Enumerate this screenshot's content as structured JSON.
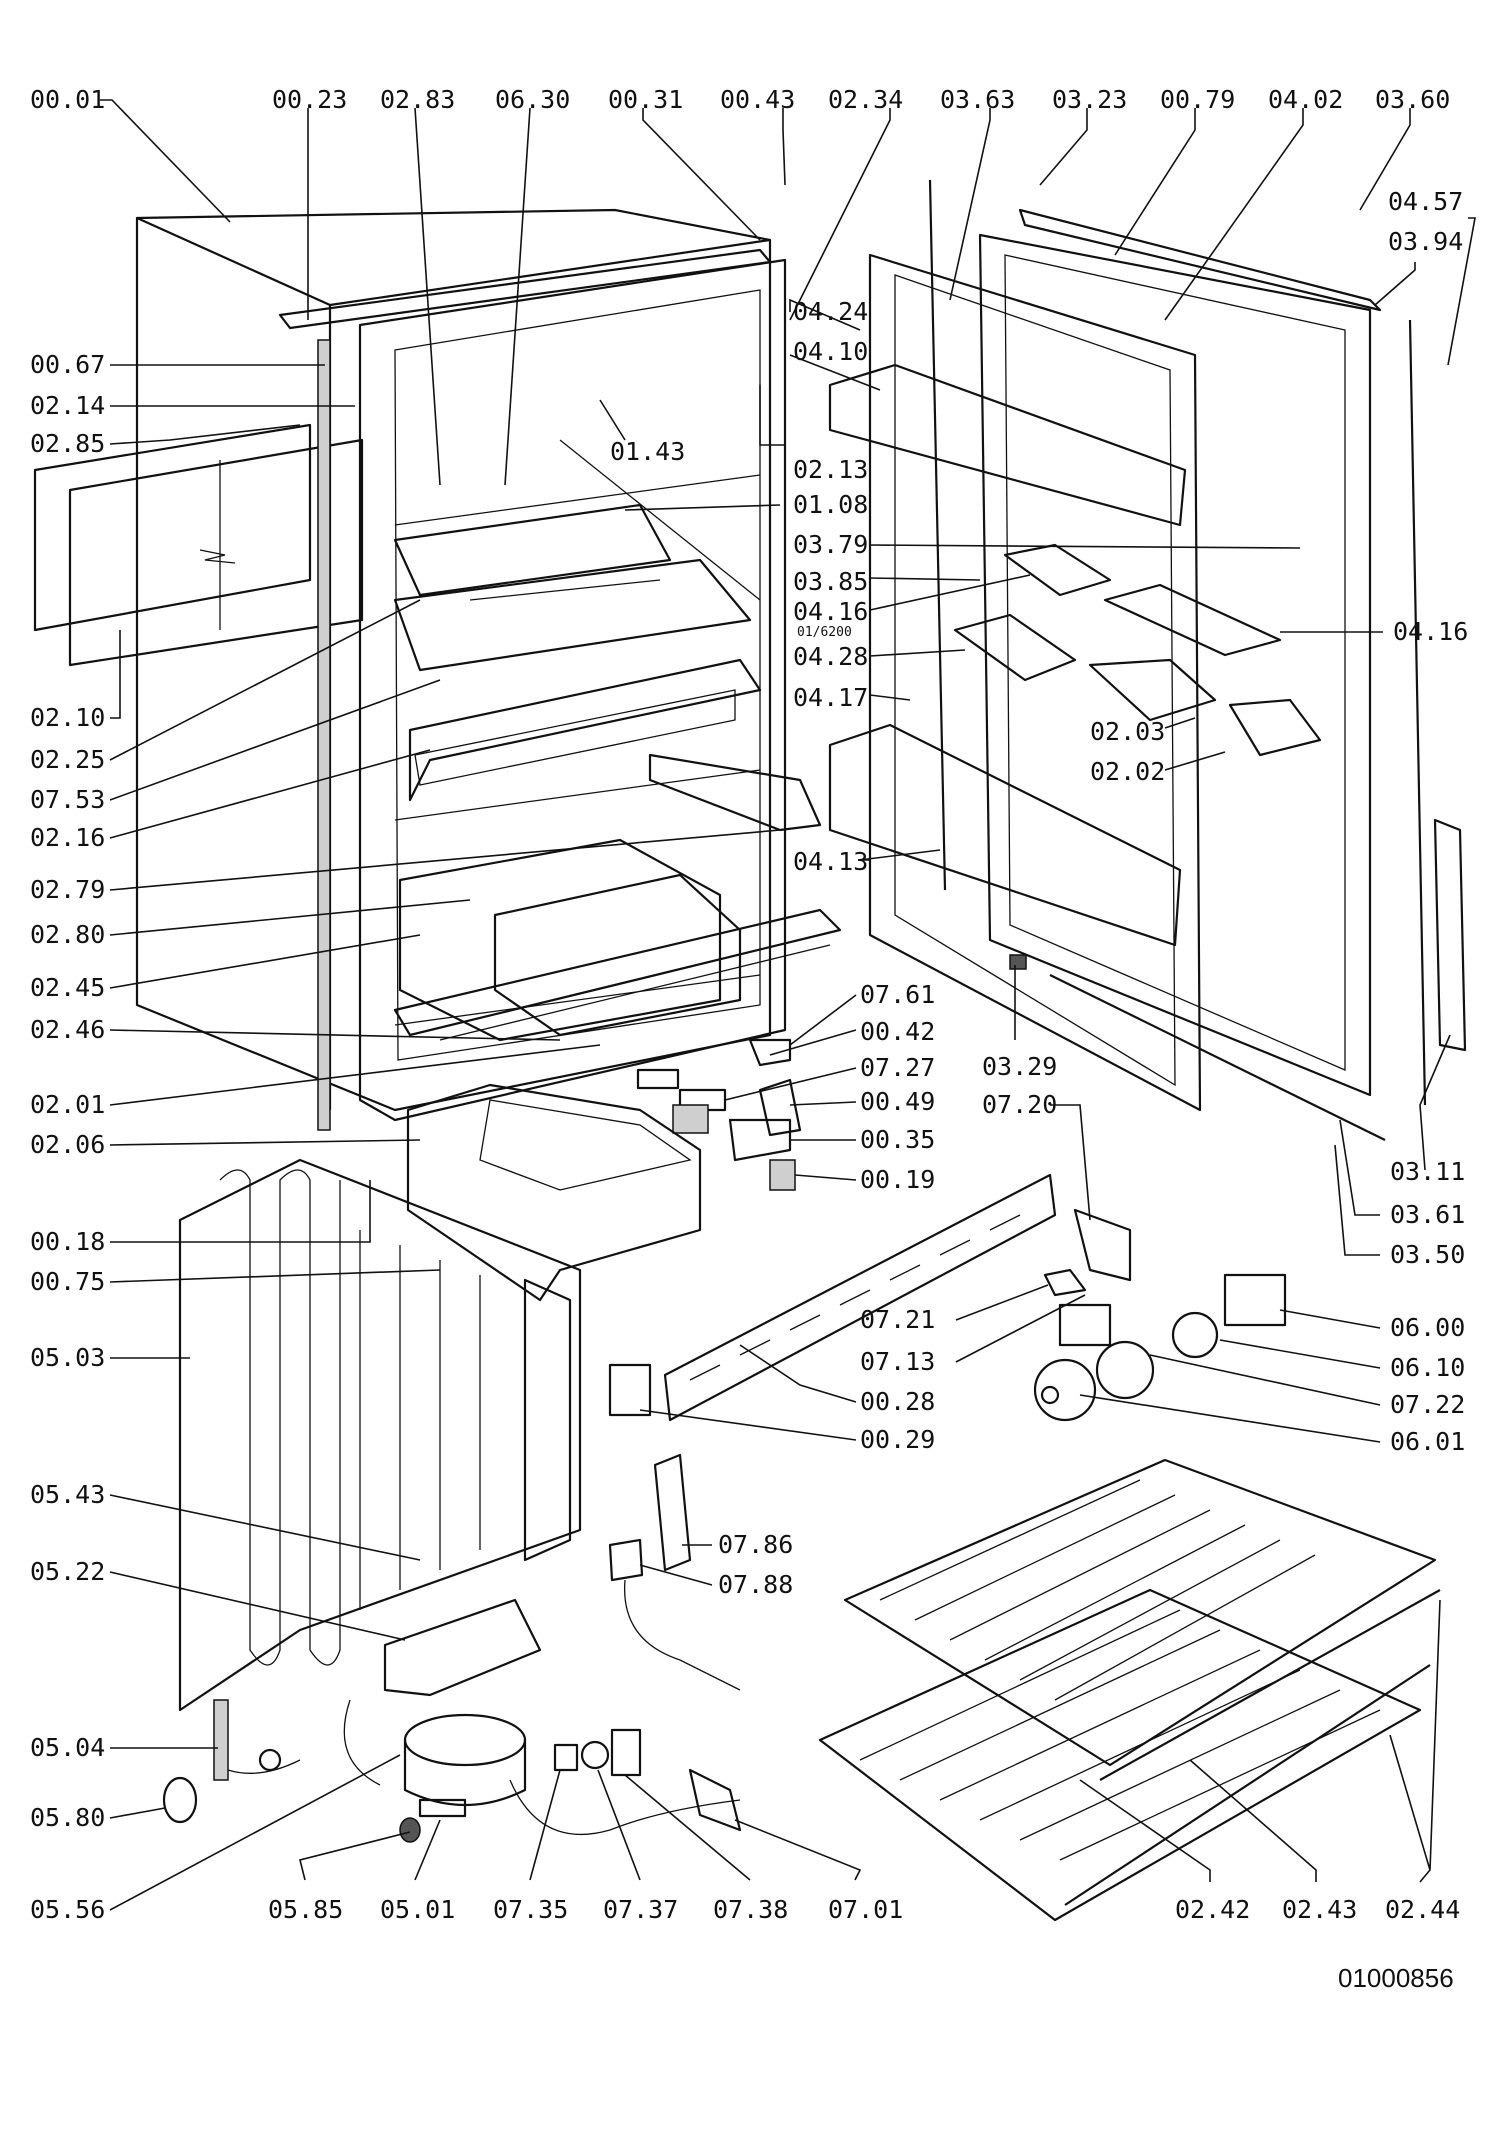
{
  "drawing": {
    "document_number": "01000856",
    "part_labels": [
      "00.01",
      "00.23",
      "02.83",
      "06.30",
      "00.31",
      "00.43",
      "02.34",
      "03.63",
      "03.23",
      "00.79",
      "04.02",
      "03.60",
      "04.57",
      "03.94",
      "00.67",
      "02.14",
      "02.85",
      "02.10",
      "02.25",
      "07.53",
      "02.16",
      "02.79",
      "02.80",
      "02.45",
      "02.46",
      "02.01",
      "02.06",
      "00.18",
      "00.75",
      "05.03",
      "05.43",
      "05.22",
      "05.04",
      "05.80",
      "05.56",
      "05.85",
      "05.01",
      "07.35",
      "07.37",
      "07.38",
      "07.01",
      "04.24",
      "04.10",
      "02.13",
      "01.43",
      "01.08",
      "03.79",
      "03.85",
      "04.16",
      "04.28",
      "04.17",
      "02.03",
      "02.02",
      "04.16",
      "04.13",
      "07.61",
      "00.42",
      "07.27",
      "00.49",
      "00.35",
      "00.19",
      "03.29",
      "07.20",
      "03.11",
      "03.61",
      "03.50",
      "06.00",
      "07.21",
      "06.10",
      "07.13",
      "07.22",
      "00.28",
      "06.01",
      "00.29",
      "07.86",
      "07.88",
      "02.42",
      "02.43",
      "02.44"
    ],
    "sub_note": "01/6200"
  }
}
